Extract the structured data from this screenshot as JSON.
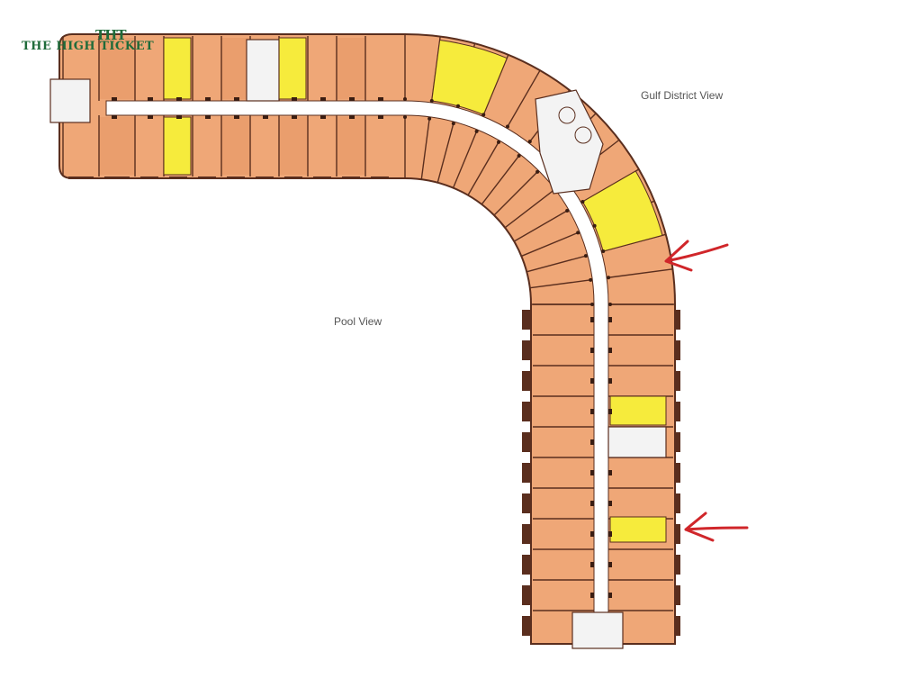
{
  "logo": {
    "mark": "THT",
    "text": "THE HIGH TICKET"
  },
  "views": {
    "gulf_district": "Gulf District View",
    "pool": "Pool View"
  },
  "colors": {
    "unit": "#efa777",
    "unit_alt": "#e69868",
    "highlight": "#f6eb3c",
    "walls": "#5a2e1e",
    "corridor": "#ffffff",
    "core": "#f3f3f3",
    "arrow": "#d0262a",
    "logo": "#1f6b3a"
  },
  "icons": {
    "arrow_top": "red-arrow-icon",
    "arrow_bottom": "red-arrow-icon"
  }
}
